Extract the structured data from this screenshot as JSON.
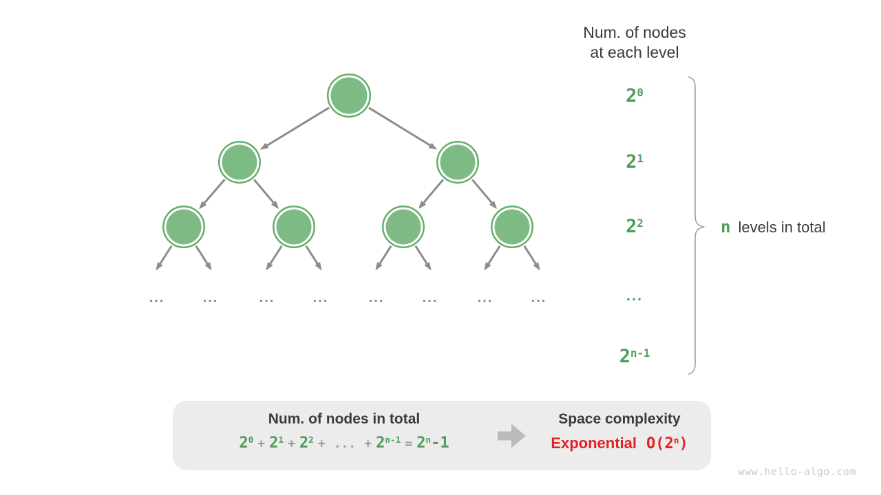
{
  "header": {
    "line1": "Num. of nodes",
    "line2": "at each level"
  },
  "levels": [
    {
      "base": "2",
      "exp": "0"
    },
    {
      "base": "2",
      "exp": "1"
    },
    {
      "base": "2",
      "exp": "2"
    },
    {
      "dots": "..."
    },
    {
      "base": "2",
      "exp": "n-1"
    }
  ],
  "brace_note": {
    "n": "n",
    "text": "levels in total"
  },
  "tree": {
    "ellipsis": "..."
  },
  "box": {
    "title": "Num. of nodes in total",
    "formula": {
      "t0": {
        "base": "2",
        "sup": "0"
      },
      "op1": "+",
      "t1": {
        "base": "2",
        "sup": "1"
      },
      "op2": "+",
      "t2": {
        "base": "2",
        "sup": "2"
      },
      "op3": "+",
      "dots": "...",
      "op4": "+",
      "t3": {
        "base": "2",
        "sup": "n-1"
      },
      "eq": "=",
      "result": {
        "base": "2",
        "sup": "n",
        "tail": "-1"
      }
    },
    "right": {
      "title": "Space complexity",
      "label": "Exponential",
      "o_pre": "O(2",
      "o_sup": "n",
      "o_post": ")"
    }
  },
  "watermark": "www.hello-algo.com",
  "colors": {
    "node_fill": "#7eba83",
    "node_stroke": "#63ad6b",
    "edge_gray": "#8c8c8c",
    "text_green": "#4e9d58",
    "text_dark": "#3a3a3a",
    "operator_gray": "#9a9a9a",
    "red": "#e32124",
    "box_bg": "#ececec",
    "block_arrow": "#bababa"
  }
}
